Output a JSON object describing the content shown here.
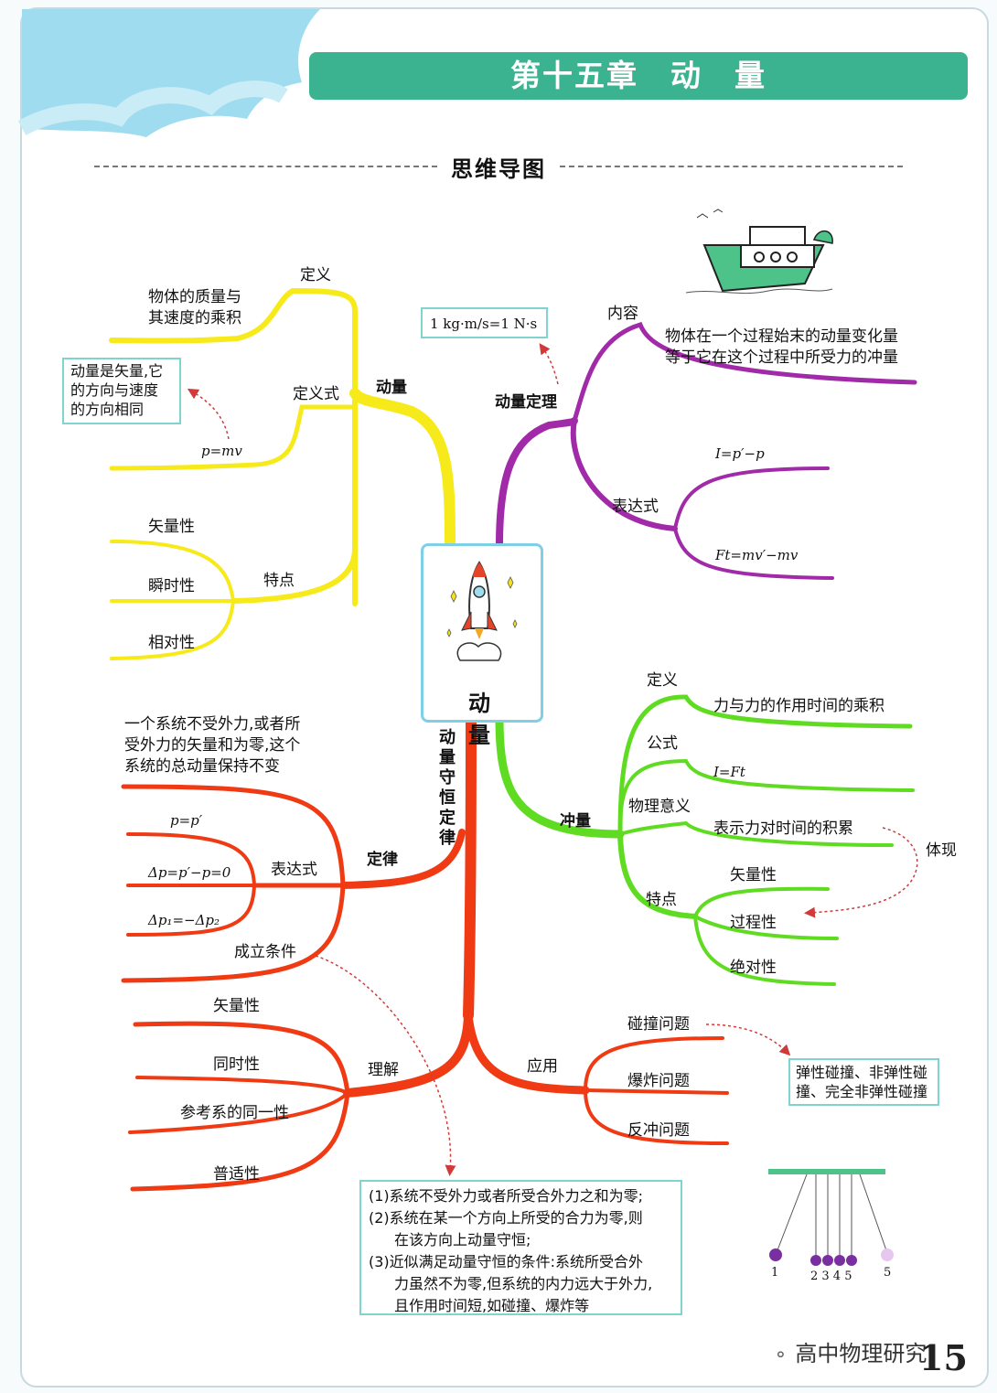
{
  "header": {
    "chapter_title": "第十五章　动　量",
    "section_title": "思维导图"
  },
  "center": {
    "label": "动　量"
  },
  "branches": {
    "momentum": {
      "label": "动量",
      "def_label": "定义",
      "def_text": [
        "物体的质量与",
        "其速度的乘积"
      ],
      "formula_label": "定义式",
      "formula": "p=mv",
      "vector_note": [
        "动量是矢量,它",
        "的方向与速度",
        "的方向相同"
      ],
      "feature_label": "特点",
      "features": [
        "矢量性",
        "瞬时性",
        "相对性"
      ]
    },
    "theorem": {
      "label": "动量定理",
      "unit_note": "1 kg·m/s=1 N·s",
      "content_label": "内容",
      "content_text": [
        "物体在一个过程始末的动量变化量",
        "等于它在这个过程中所受力的冲量"
      ],
      "expr_label": "表达式",
      "expr1": "I=p′−p",
      "expr2": "Ft=mv′−mv"
    },
    "impulse": {
      "label": "冲量",
      "def_label": "定义",
      "def_text": "力与力的作用时间的乘积",
      "formula_label": "公式",
      "formula": "I=Ft",
      "meaning_label": "物理意义",
      "meaning_text": "表示力对时间的积累",
      "reflect_label": "体现",
      "feature_label": "特点",
      "features": [
        "矢量性",
        "过程性",
        "绝对性"
      ]
    },
    "conservation": {
      "label": "动量守恒定律",
      "law_label": "定律",
      "law_text": [
        "一个系统不受外力,或者所",
        "受外力的矢量和为零,这个",
        "系统的总动量保持不变"
      ],
      "expr_label": "表达式",
      "exprs": [
        "p=p′",
        "Δp=p′−p=0",
        "Δp₁=−Δp₂"
      ],
      "condition_label": "成立条件",
      "understanding_label": "理解",
      "understanding": [
        "矢量性",
        "同时性",
        "参考系的同一性",
        "普适性"
      ],
      "application_label": "应用",
      "applications": [
        "碰撞问题",
        "爆炸问题",
        "反冲问题"
      ],
      "collision_note": [
        "弹性碰撞、非弹性碰",
        "撞、完全非弹性碰撞"
      ],
      "conditions": [
        "(1)系统不受外力或者所受合外力之和为零;",
        "(2)系统在某一个方向上所受的合力为零,则",
        "在该方向上动量守恒;",
        "(3)近似满足动量守恒的条件:系统所受合外",
        "力虽然不为零,但系统的内力远大于外力,",
        "且作用时间短,如碰撞、爆炸等"
      ]
    }
  },
  "pendulum": {
    "labels": [
      "1",
      "2 3 4 5",
      "5"
    ]
  },
  "footer": {
    "watermark": "高中物理研究",
    "page_number": "15"
  },
  "colors": {
    "momentum_branch": "#f7ea1a",
    "theorem_branch": "#a12aa8",
    "impulse_branch": "#5fdc21",
    "conservation_branch": "#f03a14",
    "header_bar": "#3cb390",
    "note_border": "#7fd4cf"
  }
}
